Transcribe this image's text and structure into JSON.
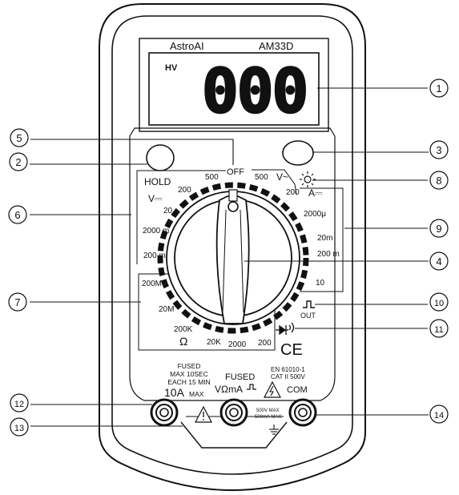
{
  "device": {
    "brand": "AstroAI",
    "model": "AM33D",
    "lcd_indicator": "HV",
    "lcd_reading": "000"
  },
  "dial": {
    "hold": "HOLD",
    "off": "OFF",
    "dcv_symbol": "V⎓",
    "acv_symbol": "V~",
    "dca_symbol": "A⎓",
    "ohm_symbol": "Ω",
    "dcv_ranges": [
      "500",
      "200",
      "20",
      "2000 m",
      "200 m"
    ],
    "acv_ranges": [
      "500",
      "200"
    ],
    "dca_ranges": [
      "2000μ",
      "20m",
      "200 m",
      "10"
    ],
    "ohm_ranges": [
      "200M",
      "20M",
      "200K",
      "20K",
      "2000",
      "200"
    ],
    "square_wave_out": "OUT"
  },
  "markings": {
    "ce": "CE",
    "fused_warning": [
      "FUSED",
      "MAX 10SEC",
      "EACH 15 MIN"
    ],
    "ten_a": "10A",
    "ten_a_max": "MAX",
    "fused_center": "FUSED",
    "vohm_ma": "VΩmA",
    "standard": [
      "EN 61010-1",
      "CAT II 500V"
    ],
    "com": "COM",
    "max_rating": [
      "500V MAX",
      "500mA MAX"
    ]
  },
  "callouts": [
    "1",
    "2",
    "3",
    "4",
    "5",
    "6",
    "7",
    "8",
    "9",
    "10",
    "11",
    "12",
    "13",
    "14"
  ]
}
